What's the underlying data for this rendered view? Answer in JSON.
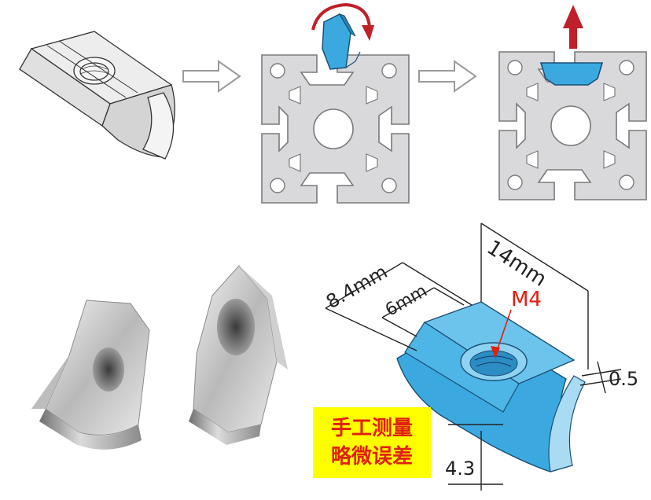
{
  "diagram": {
    "steps": [
      {
        "name": "t-nut-drop-in"
      },
      {
        "name": "profile-insert-rotate"
      },
      {
        "name": "profile-locked"
      }
    ],
    "dimensions": {
      "length": "14mm",
      "width_outer": "8.4mm",
      "width_inner": "6mm",
      "thread": "M4",
      "thickness": "0.5",
      "height": "4.3"
    },
    "note": {
      "line1": "手工测量",
      "line2": "略微误差"
    },
    "colors": {
      "arrow_red": "#c0202a",
      "part_blue": "#3ba9e0",
      "profile_gray": "#d9d9db",
      "note_bg": "#ffff00",
      "note_text": "#e02010"
    }
  }
}
